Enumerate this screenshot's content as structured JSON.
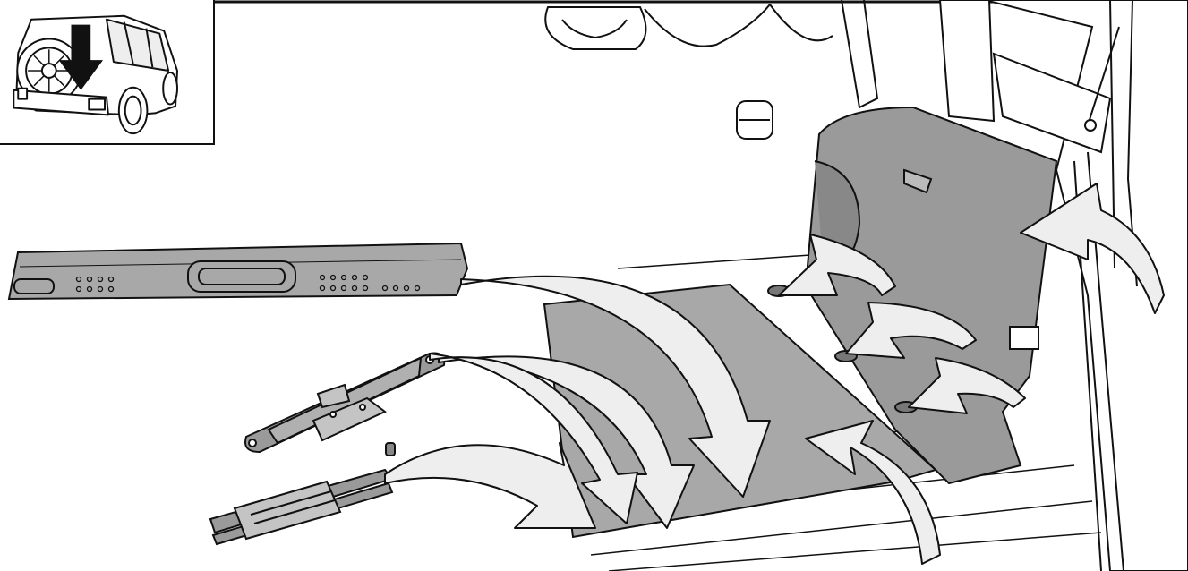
{
  "figure": {
    "kind": "service-manual-illustration",
    "subject": "rear cargo area",
    "inset": {
      "icon": "vehicle-rear-arrow-icon"
    },
    "parts": [
      {
        "name": "load-floor-panel",
        "icon": "load-floor-panel-icon"
      },
      {
        "name": "scissor-jack",
        "icon": "scissor-jack-icon"
      },
      {
        "name": "jack-handle-tools",
        "icon": "tool-bundle-icon"
      },
      {
        "name": "cargo-floor-cover",
        "icon": "floor-cover-icon"
      }
    ],
    "arrows_count": 9,
    "colors": {
      "line": "#111111",
      "panel_fill": "#a8a8a8",
      "arrow_fill": "#eeeeee",
      "trim_fill": "#9a9a9a",
      "background": "#ffffff"
    }
  }
}
